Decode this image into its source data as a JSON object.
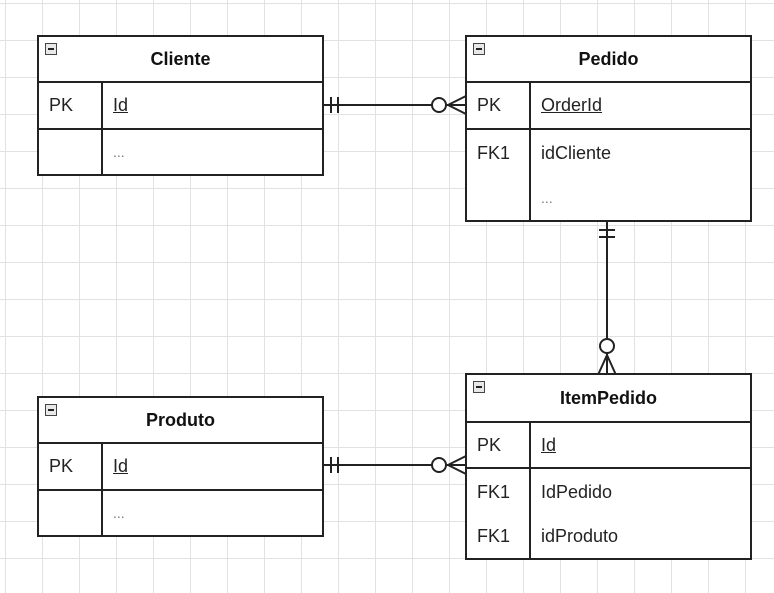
{
  "tables": {
    "cliente": {
      "title": "Cliente",
      "rows": [
        {
          "key": "PK",
          "field": "Id"
        },
        {
          "key": "",
          "field": "..."
        }
      ]
    },
    "pedido": {
      "title": "Pedido",
      "rows": [
        {
          "key": "PK",
          "field": "OrderId"
        },
        {
          "key": "FK1",
          "field": "idCliente"
        },
        {
          "key": "",
          "field": "..."
        }
      ]
    },
    "produto": {
      "title": "Produto",
      "rows": [
        {
          "key": "PK",
          "field": "Id"
        },
        {
          "key": "",
          "field": "..."
        }
      ]
    },
    "itempedido": {
      "title": "ItemPedido",
      "rows": [
        {
          "key": "PK",
          "field": "Id"
        },
        {
          "key": "FK1",
          "field": "IdPedido"
        },
        {
          "key": "FK1",
          "field": "idProduto"
        }
      ]
    }
  },
  "relationships": [
    {
      "from": "Cliente",
      "to": "Pedido",
      "from_cardinality": "one-mandatory",
      "to_cardinality": "zero-or-many"
    },
    {
      "from": "Pedido",
      "to": "ItemPedido",
      "from_cardinality": "one-mandatory",
      "to_cardinality": "zero-or-many"
    },
    {
      "from": "Produto",
      "to": "ItemPedido",
      "from_cardinality": "one-mandatory",
      "to_cardinality": "zero-or-many"
    }
  ],
  "colors": {
    "line": "#222222",
    "grid": "#e2e2e2",
    "background": "#ffffff"
  }
}
